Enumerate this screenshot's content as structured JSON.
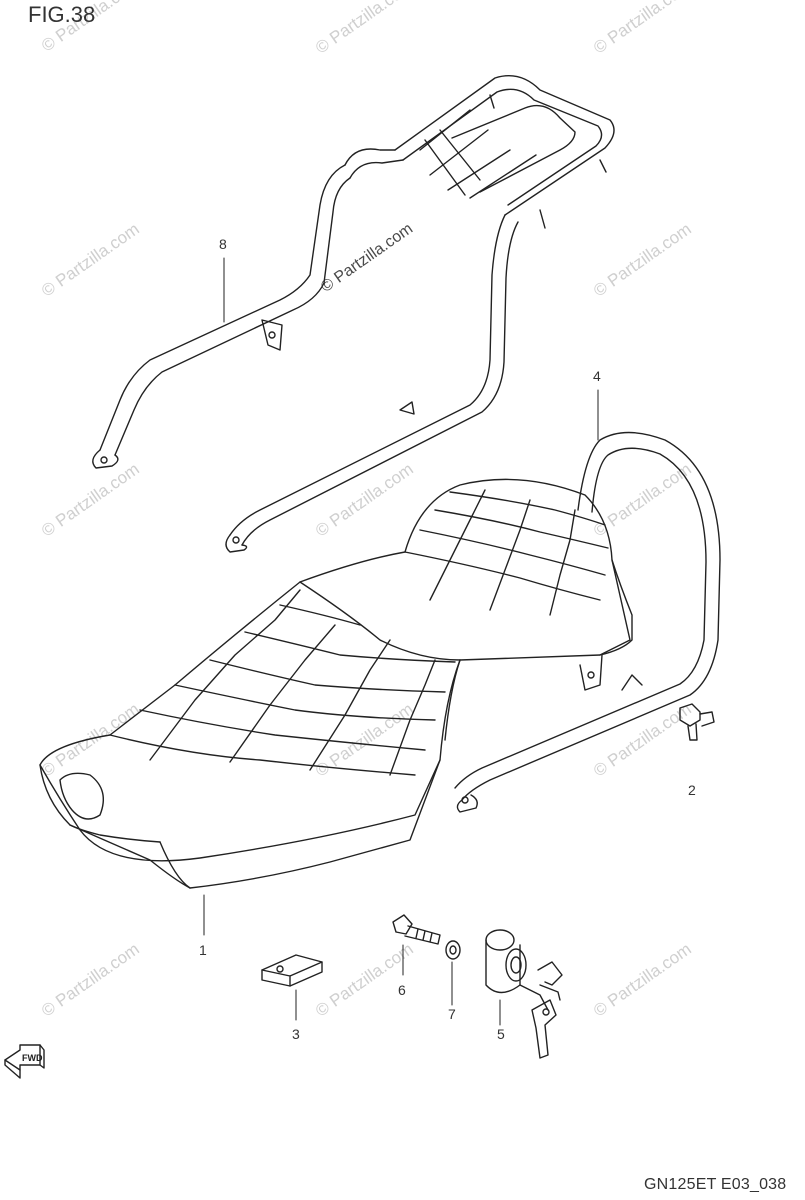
{
  "figure": {
    "title": "FIG.38",
    "code": "GN125ET E03_038"
  },
  "callouts": [
    {
      "id": "1",
      "label": "1"
    },
    {
      "id": "2",
      "label": "2"
    },
    {
      "id": "3",
      "label": "3"
    },
    {
      "id": "4",
      "label": "4"
    },
    {
      "id": "5",
      "label": "5"
    },
    {
      "id": "6",
      "label": "6"
    },
    {
      "id": "7",
      "label": "7"
    },
    {
      "id": "8",
      "label": "8"
    }
  ],
  "watermark": {
    "text": "© Partzilla.com"
  },
  "direction_marker": {
    "label": "FWD",
    "icon": "fwd-arrow-icon"
  },
  "colors": {
    "line": "#222222",
    "watermark": "#cfcfcf",
    "background": "#ffffff"
  }
}
